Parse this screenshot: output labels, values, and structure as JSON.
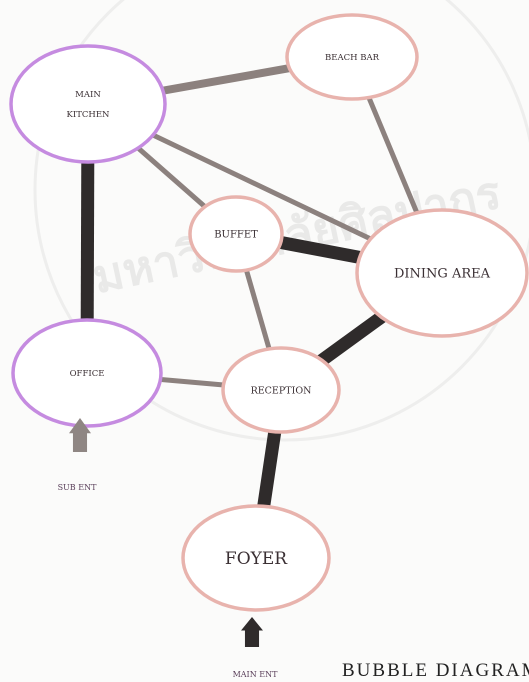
{
  "title": "BUBBLE DIAGRAM",
  "colors": {
    "pink": "#e8b3ad",
    "purple": "#c58be0",
    "link_thin": "#8c817e",
    "link_thick": "#2f2b2b",
    "arrow": "#8f8683",
    "watermark": "#c9c9c9"
  },
  "watermark": {
    "text": "มหาวิทยาลัยศิลปากร"
  },
  "nodes": [
    {
      "id": "main_kitchen",
      "label_lines": [
        "MAIN",
        "KITCHEN"
      ],
      "color": "purple"
    },
    {
      "id": "beach_bar",
      "label_lines": [
        "BEACH BAR"
      ],
      "color": "pink"
    },
    {
      "id": "buffet",
      "label_lines": [
        "BUFFET"
      ],
      "color": "pink"
    },
    {
      "id": "dining_area",
      "label_lines": [
        "DINING AREA"
      ],
      "color": "pink"
    },
    {
      "id": "office",
      "label_lines": [
        "OFFICE"
      ],
      "color": "purple"
    },
    {
      "id": "reception",
      "label_lines": [
        "RECEPTION"
      ],
      "color": "pink"
    },
    {
      "id": "foyer",
      "label_lines": [
        "FOYER"
      ],
      "color": "pink"
    }
  ],
  "links": [
    {
      "from": "main_kitchen",
      "to": "beach_bar",
      "strength": "medium"
    },
    {
      "from": "main_kitchen",
      "to": "buffet",
      "strength": "thin"
    },
    {
      "from": "main_kitchen",
      "to": "dining_area",
      "strength": "thin"
    },
    {
      "from": "main_kitchen",
      "to": "office",
      "strength": "strong"
    },
    {
      "from": "beach_bar",
      "to": "dining_area",
      "strength": "thin"
    },
    {
      "from": "buffet",
      "to": "dining_area",
      "strength": "strong"
    },
    {
      "from": "buffet",
      "to": "reception",
      "strength": "thin"
    },
    {
      "from": "office",
      "to": "reception",
      "strength": "thin"
    },
    {
      "from": "dining_area",
      "to": "reception",
      "strength": "strong"
    },
    {
      "from": "reception",
      "to": "foyer",
      "strength": "strong"
    }
  ],
  "entrances": [
    {
      "id": "sub_ent",
      "label": "SUB ENT",
      "color": "arrow"
    },
    {
      "id": "main_ent",
      "label": "MAIN ENT",
      "color": "link_thick"
    }
  ]
}
